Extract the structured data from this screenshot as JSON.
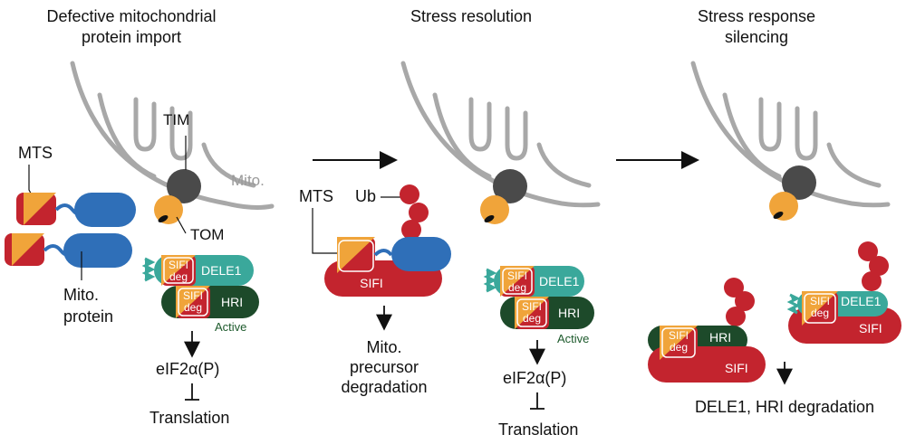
{
  "panels": {
    "p1": {
      "title_l1": "Defective mitochondrial",
      "title_l2": "protein import"
    },
    "p2": {
      "title_l1": "Stress resolution"
    },
    "p3": {
      "title_l1": "Stress response",
      "title_l2": "silencing"
    }
  },
  "labels": {
    "tim": "TIM",
    "tom": "TOM",
    "mito": "Mito.",
    "mts": "MTS",
    "ub": "Ub",
    "mito_protein_l1": "Mito.",
    "mito_protein_l2": "protein",
    "sifi": "SIFI",
    "deg": "deg",
    "dele1": "DELE1",
    "hri": "HRI",
    "active": "Active",
    "eif2a": "eIF2α(P)",
    "translation": "Translation",
    "precursor_l1": "Mito.",
    "precursor_l2": "precursor",
    "precursor_l3": "degradation",
    "dele1_hri_degradation": "DELE1, HRI degradation"
  },
  "colors": {
    "orange": "#f0a43a",
    "red": "#c3242e",
    "blue": "#2f6fb8",
    "teal": "#3aa89b",
    "darkgreen": "#1d4a2a",
    "grey": "#a8a8a8",
    "darkgrey": "#4a4a4a"
  }
}
